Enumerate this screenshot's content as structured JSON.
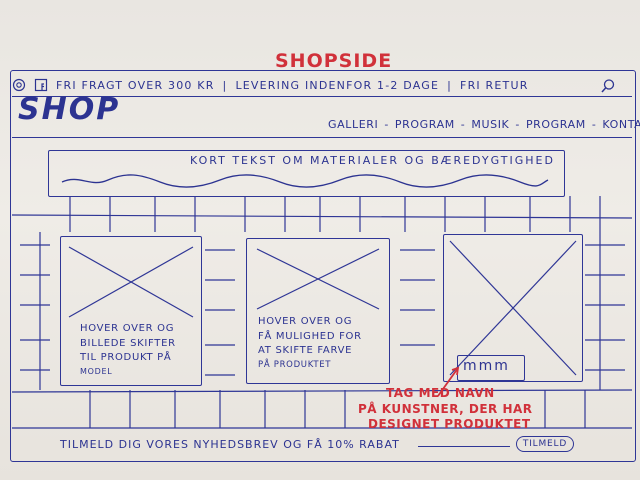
{
  "page_title": "SHOPSIDE",
  "topbar": {
    "messages": [
      "FRI FRAGT OVER 300 KR",
      "LEVERING INDENFOR 1-2 DAGE",
      "FRI RETUR"
    ],
    "icons": [
      "instagram-icon",
      "facebook-icon",
      "search-icon"
    ]
  },
  "header": {
    "logo": "SHOP",
    "nav": [
      "GALLERI",
      "PROGRAM",
      "MUSIK",
      "PROGRAM",
      "KONTAKT"
    ],
    "nav_separator": "-"
  },
  "banner": {
    "text": "KORT TEKST OM MATERIALER OG BÆREDYGTIGHED"
  },
  "products": [
    {
      "caption": [
        "HOVER OVER OG",
        "BILLEDE SKIFTER",
        "TIL PRODUKT PÅ",
        "MODEL"
      ]
    },
    {
      "caption": [
        "HOVER OVER OG",
        "FÅ MULIGHED FOR",
        "AT SKIFTE FARVE",
        "PÅ PRODUKTET"
      ]
    },
    {
      "caption": []
    }
  ],
  "artist_tag": {
    "signature": "mmm"
  },
  "annotation": {
    "lines": [
      "TAG MED NAVN",
      "PÅ KUNSTNER, DER HAR",
      "DESIGNET PRODUKTET"
    ]
  },
  "footer": {
    "newsletter_text": "TILMELD DIG VORES NYHEDSBREV OG FÅ 10% RABAT",
    "button_label": "TILMELD"
  },
  "colors": {
    "ink": "#2c3391",
    "annotation": "#d1313a",
    "paper": "#ebe8e3"
  }
}
